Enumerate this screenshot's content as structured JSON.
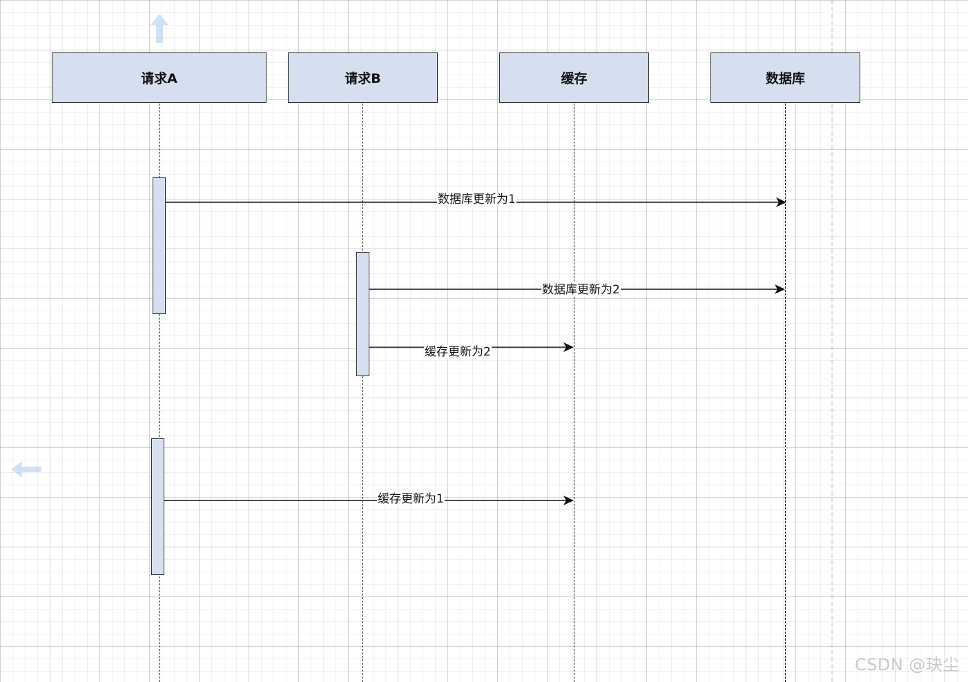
{
  "participants": [
    {
      "id": "A",
      "label": "请求A"
    },
    {
      "id": "B",
      "label": "请求B"
    },
    {
      "id": "cache",
      "label": "缓存"
    },
    {
      "id": "db",
      "label": "数据库"
    }
  ],
  "messages": [
    {
      "from": "请求A",
      "to": "数据库",
      "label": "数据库更新为1"
    },
    {
      "from": "请求B",
      "to": "数据库",
      "label": "数据库更新为2"
    },
    {
      "from": "请求B",
      "to": "缓存",
      "label": "缓存更新为2"
    },
    {
      "from": "请求A",
      "to": "缓存",
      "label": "缓存更新为1"
    }
  ],
  "watermark": "CSDN @玦尘",
  "colors": {
    "participant_fill": "#d5dff0",
    "stroke": "#111111",
    "hint_arrow": "#4a90e2"
  },
  "icons": [
    "arrow-up-icon",
    "arrow-left-icon"
  ]
}
